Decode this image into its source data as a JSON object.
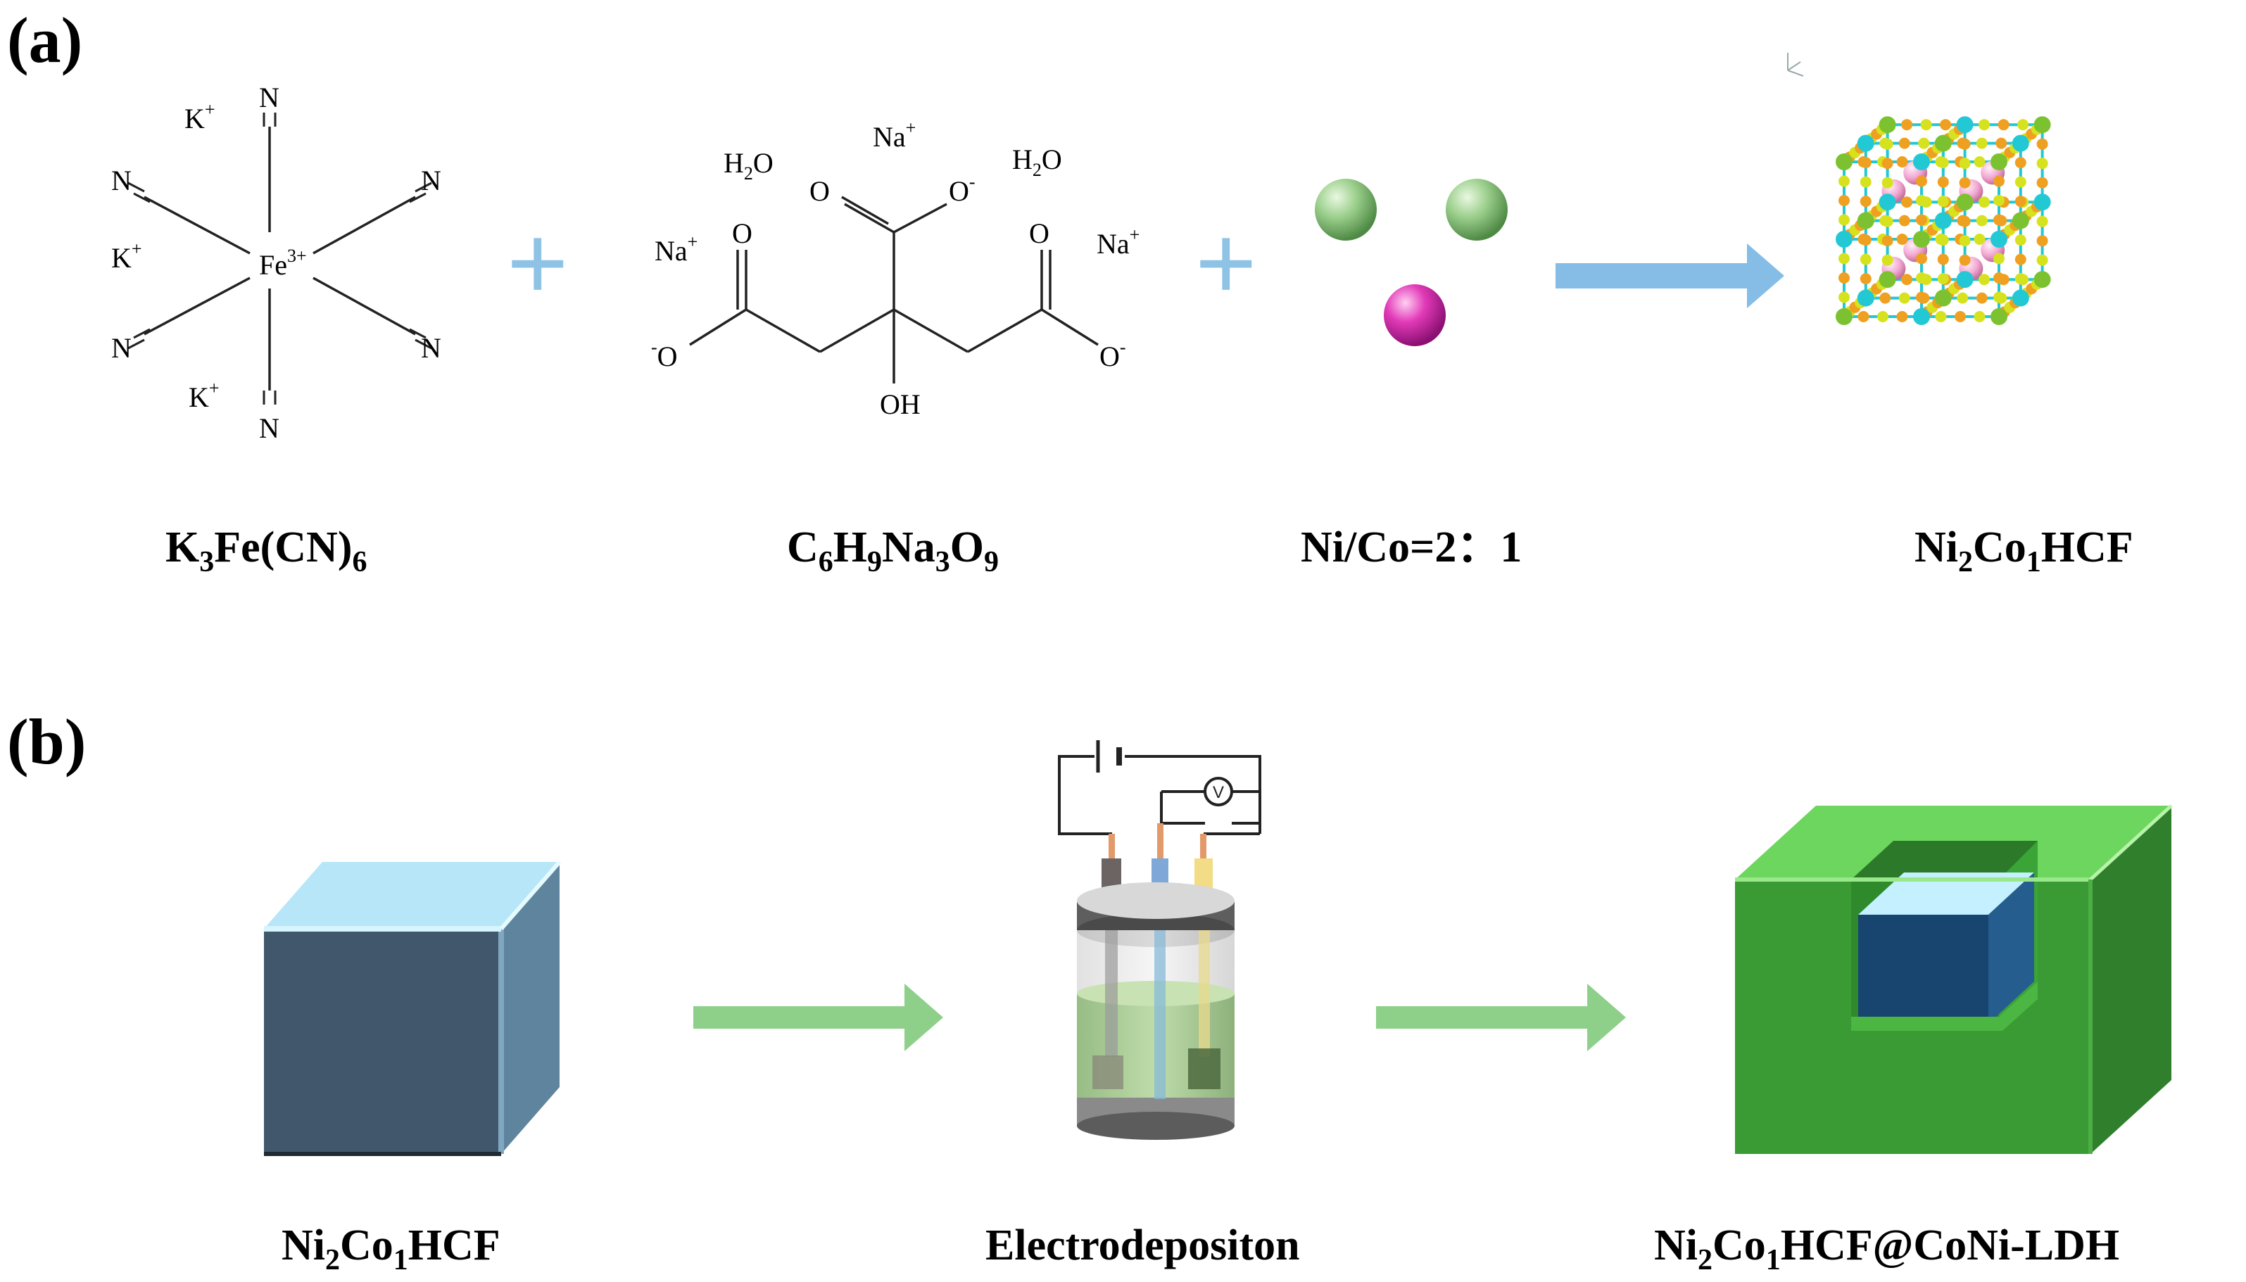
{
  "panel_a": {
    "label": "(a)",
    "ferricyanide": {
      "ions": [
        "K",
        "K",
        "K"
      ],
      "ion_charge": "+",
      "center": "Fe",
      "center_charge": "3+",
      "ligand_atom": "N",
      "caption_parts": [
        "K",
        "3",
        "Fe(CN)",
        "6"
      ]
    },
    "plus_sign": "+",
    "citrate": {
      "water_left": [
        "H",
        "2",
        "O"
      ],
      "water_right": [
        "H",
        "2",
        "O"
      ],
      "sodium": "Na",
      "sodium_charge": "+",
      "oxygen": "O",
      "oxygen_charge": "-",
      "hydroxyl": "OH",
      "caption_parts": [
        "C",
        "6",
        "H",
        "9",
        "Na",
        "3",
        "O",
        "9"
      ]
    },
    "ratio_caption": "Ni/Co=2：1",
    "product_caption_parts": [
      "Ni",
      "2",
      "Co",
      "1",
      "HCF"
    ],
    "colors": {
      "plus": "#8ec3e6",
      "arrow": "#86bde6",
      "ni_sphere": "#9ed18f",
      "co_sphere": "#e23ab8",
      "lattice_bond": "#22c8d4",
      "lattice_node_orange": "#f0a020",
      "lattice_node_yellow": "#d7e21e",
      "lattice_node_green": "#7cc230",
      "lattice_pink": "#f2a7d2"
    }
  },
  "panel_b": {
    "label": "(b)",
    "left_caption_parts": [
      "Ni",
      "2",
      "Co",
      "1",
      "HCF"
    ],
    "middle_caption": "Electrodepositon",
    "voltmeter_symbol": "V",
    "right_caption_parts": [
      "Ni",
      "2",
      "Co",
      "1",
      "HCF@CoNi-LDH"
    ],
    "colors": {
      "arrow": "#8ed08a",
      "cube_front": "#41586c",
      "cube_side": "#5f849e",
      "cube_top": "#b6e6f8",
      "ldh_front": "#3a9a34",
      "ldh_side": "#2f7f2c",
      "ldh_top": "#6cd65e",
      "core_front": "#17456f",
      "core_top": "#c4f0ff",
      "electrolyte": "#a9cf8e"
    }
  }
}
